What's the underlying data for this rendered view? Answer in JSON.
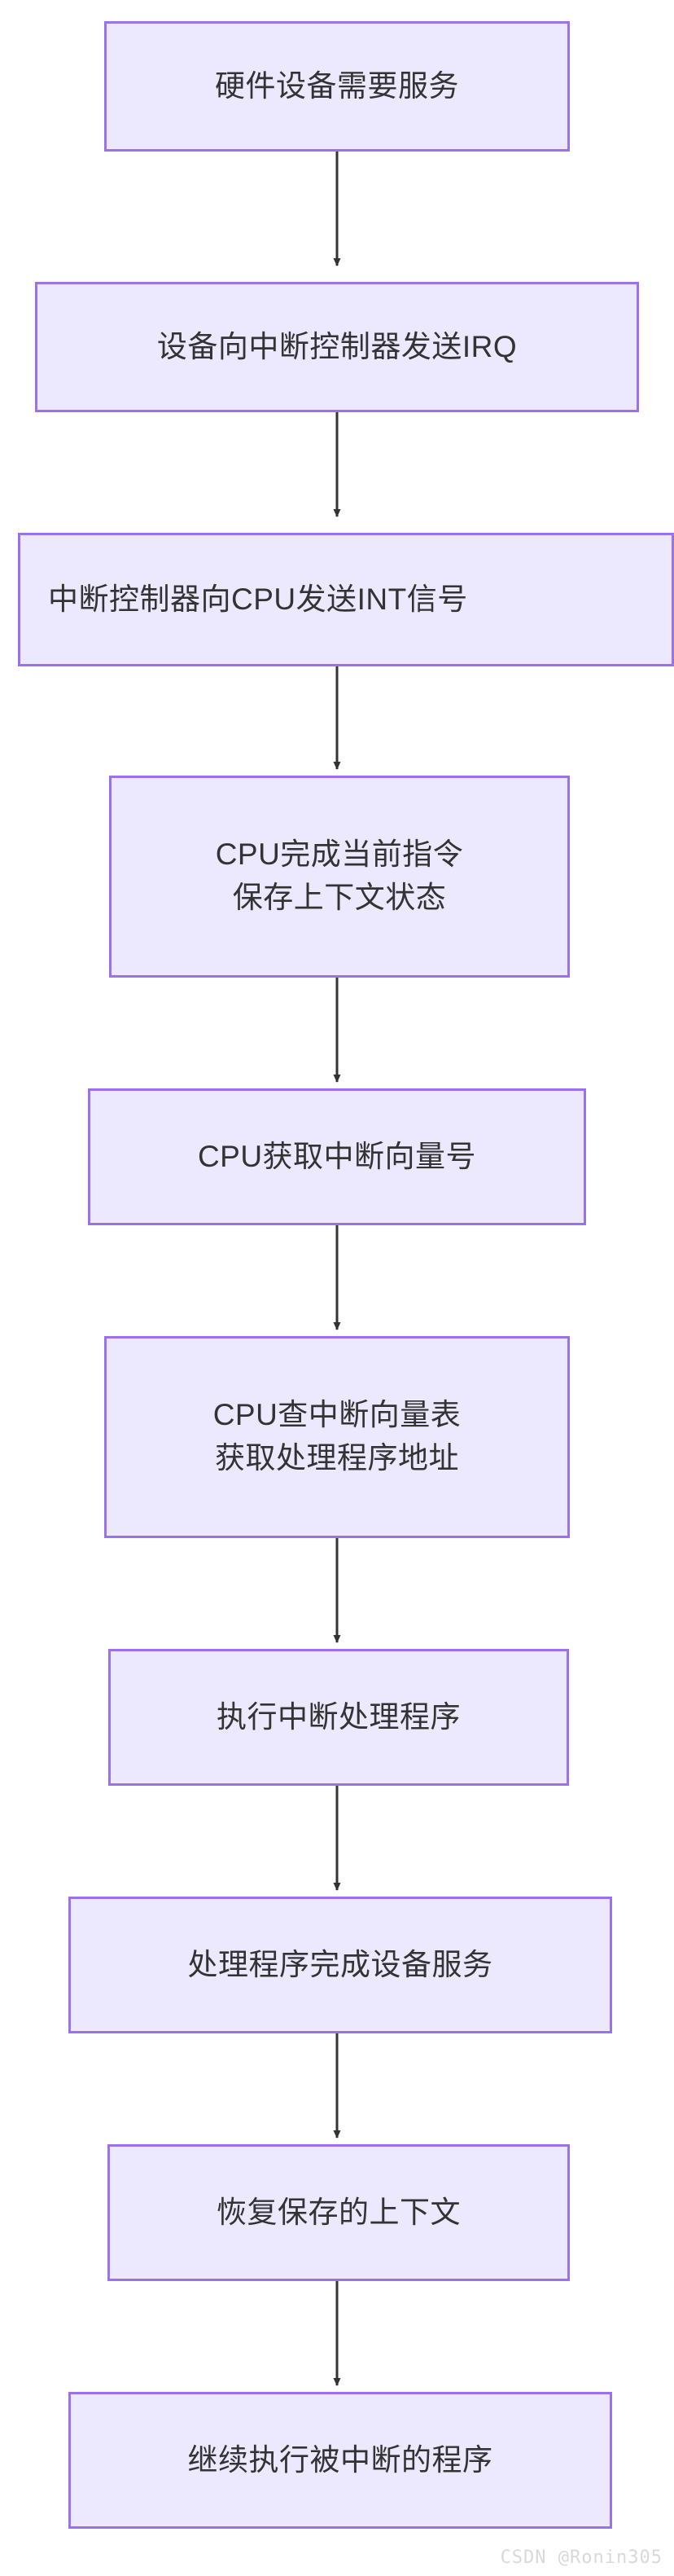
{
  "diagram": {
    "type": "flowchart",
    "orientation": "top-to-bottom",
    "title": "",
    "colors": {
      "node_fill": "#ECE8FD",
      "node_border": "#9A72F0",
      "node_text": "#333333",
      "arrow": "#333333",
      "background": "#FFFFFF",
      "watermark_text": "#D8D8DE"
    },
    "nodes": [
      {
        "id": "n1",
        "label": "硬件设备需要服务",
        "lines": [
          "硬件设备需要服务"
        ],
        "clipped": false
      },
      {
        "id": "n2",
        "label": "设备向中断控制器发送IRQ",
        "lines": [
          "设备向中断控制器发送IRQ"
        ],
        "clipped": false
      },
      {
        "id": "n3",
        "label": "中断控制器向CPU发送INT信号",
        "lines": [
          "中断控制器向CPU发送INT信号"
        ],
        "clipped": true,
        "visible_text": "中断控制器向CPU发送INT信"
      },
      {
        "id": "n4",
        "label": "CPU完成当前指令 保存上下文状态",
        "lines": [
          "CPU完成当前指令",
          "保存上下文状态"
        ],
        "clipped": false
      },
      {
        "id": "n5",
        "label": "CPU获取中断向量号",
        "lines": [
          "CPU获取中断向量号"
        ],
        "clipped": false
      },
      {
        "id": "n6",
        "label": "CPU查中断向量表 获取处理程序地址",
        "lines": [
          "CPU查中断向量表",
          "获取处理程序地址"
        ],
        "clipped": false
      },
      {
        "id": "n7",
        "label": "执行中断处理程序",
        "lines": [
          "执行中断处理程序"
        ],
        "clipped": false
      },
      {
        "id": "n8",
        "label": "处理程序完成设备服务",
        "lines": [
          "处理程序完成设备服务"
        ],
        "clipped": false
      },
      {
        "id": "n9",
        "label": "恢复保存的上下文",
        "lines": [
          "恢复保存的上下文"
        ],
        "clipped": false
      },
      {
        "id": "n10",
        "label": "继续执行被中断的程序",
        "lines": [
          "继续执行被中断的程序"
        ],
        "clipped": false
      }
    ],
    "edges": [
      {
        "from": "n1",
        "to": "n2",
        "label": ""
      },
      {
        "from": "n2",
        "to": "n3",
        "label": ""
      },
      {
        "from": "n3",
        "to": "n4",
        "label": ""
      },
      {
        "from": "n4",
        "to": "n5",
        "label": ""
      },
      {
        "from": "n5",
        "to": "n6",
        "label": ""
      },
      {
        "from": "n6",
        "to": "n7",
        "label": ""
      },
      {
        "from": "n7",
        "to": "n8",
        "label": ""
      },
      {
        "from": "n8",
        "to": "n9",
        "label": ""
      },
      {
        "from": "n9",
        "to": "n10",
        "label": ""
      }
    ]
  },
  "watermark": {
    "text": "CSDN @Ronin305"
  }
}
